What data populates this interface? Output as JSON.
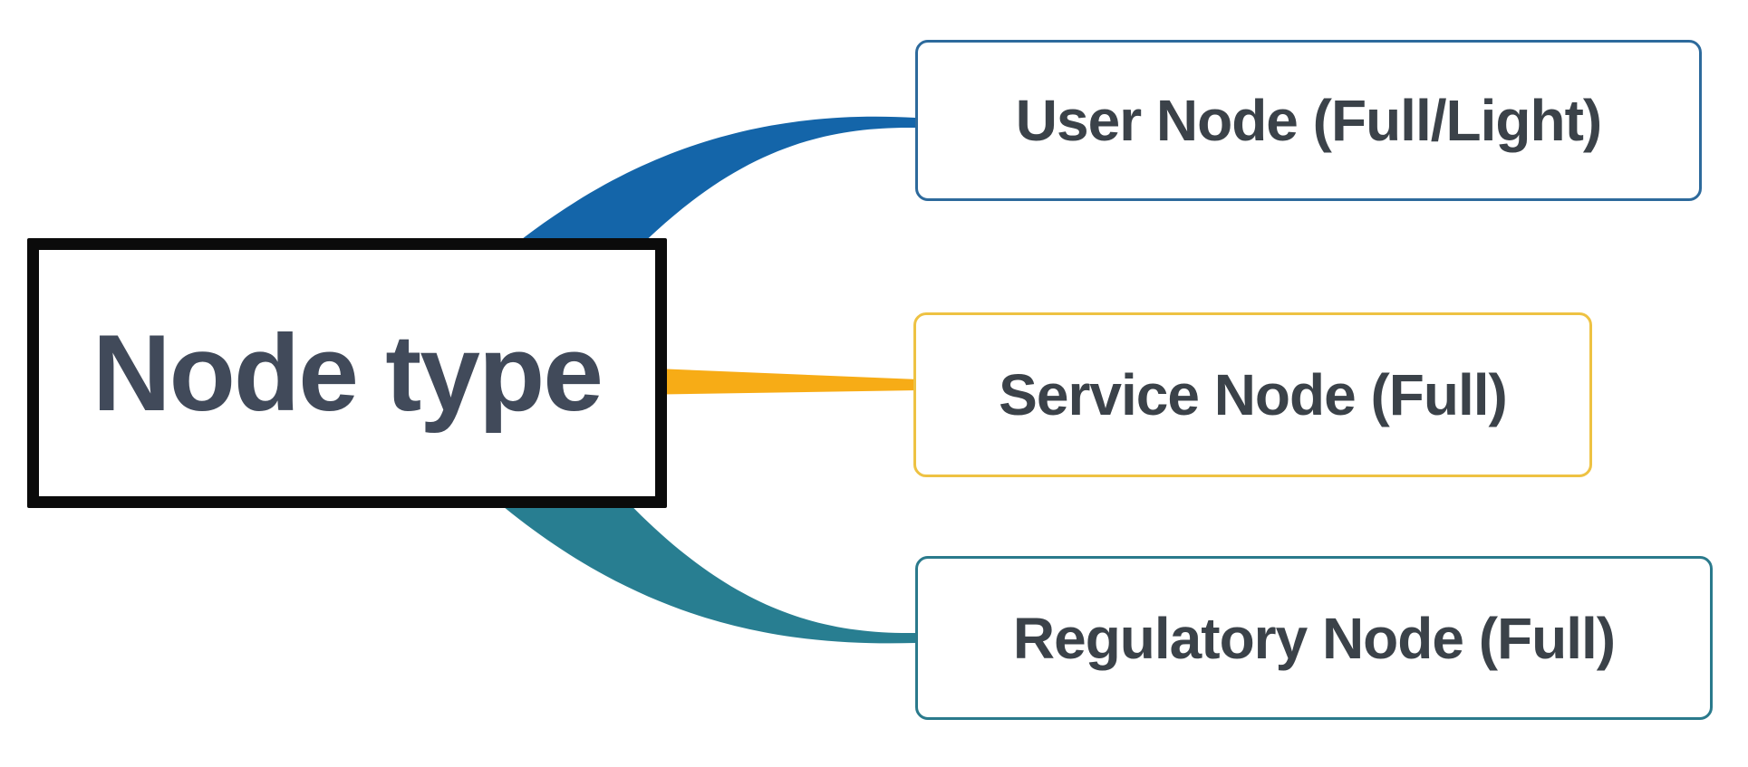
{
  "diagram": {
    "type": "mindmap",
    "background_color": "#ffffff",
    "root": {
      "label": "Node type",
      "border_color": "#0b0b0b",
      "text_color": "#414a5a"
    },
    "children": [
      {
        "id": "user-node",
        "label": "User Node (Full/Light)",
        "border_color": "#2d6a9c",
        "connector_color": "#1465a9"
      },
      {
        "id": "service-node",
        "label": "Service Node (Full)",
        "border_color": "#eec243",
        "connector_color": "#f7ac16"
      },
      {
        "id": "regulatory-node",
        "label": "Regulatory Node (Full)",
        "border_color": "#2a7a8c",
        "connector_color": "#287e91"
      }
    ],
    "child_text_color": "#3b4249"
  }
}
